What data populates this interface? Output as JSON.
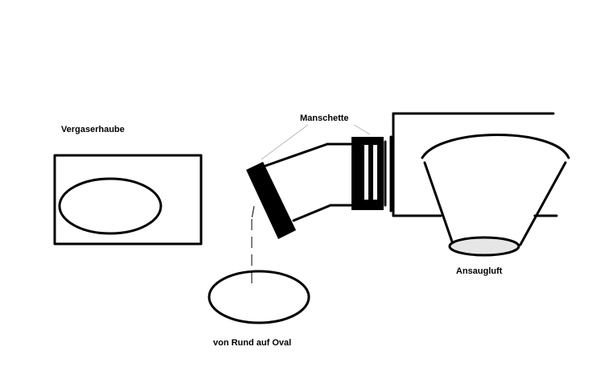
{
  "labels": {
    "vergaserhaube": "Vergaserhaube",
    "manschette": "Manschette",
    "ansaugluft": "Ansaugluft",
    "rund_oval": "von Rund auf Oval"
  },
  "colors": {
    "line": "#000000",
    "fill_dark": "#000000",
    "fill_light": "#e6e6e6",
    "leader": "#b8b8b8",
    "background": "#ffffff"
  }
}
